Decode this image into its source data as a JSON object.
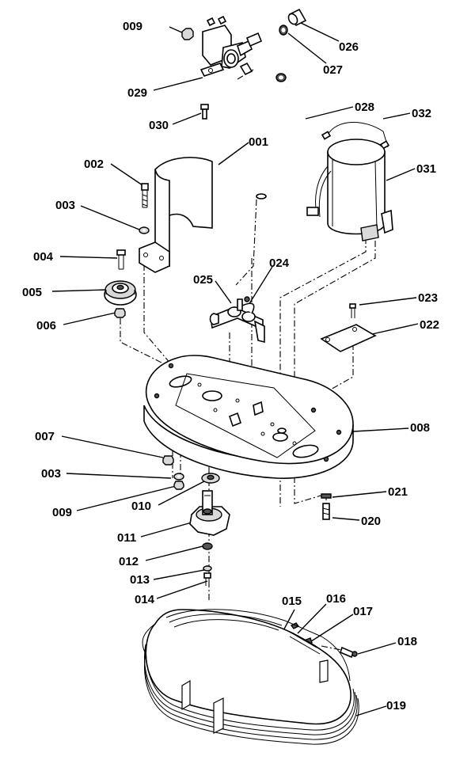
{
  "callouts": [
    {
      "id": "009a",
      "text": "009"
    },
    {
      "id": "026",
      "text": "026"
    },
    {
      "id": "027",
      "text": "027"
    },
    {
      "id": "029",
      "text": "029"
    },
    {
      "id": "030",
      "text": "030"
    },
    {
      "id": "028",
      "text": "028"
    },
    {
      "id": "032",
      "text": "032"
    },
    {
      "id": "001",
      "text": "001"
    },
    {
      "id": "031",
      "text": "031"
    },
    {
      "id": "002",
      "text": "002"
    },
    {
      "id": "003a",
      "text": "003"
    },
    {
      "id": "004",
      "text": "004"
    },
    {
      "id": "024",
      "text": "024"
    },
    {
      "id": "025",
      "text": "025"
    },
    {
      "id": "005",
      "text": "005"
    },
    {
      "id": "023",
      "text": "023"
    },
    {
      "id": "006",
      "text": "006"
    },
    {
      "id": "022",
      "text": "022"
    },
    {
      "id": "008",
      "text": "008"
    },
    {
      "id": "007",
      "text": "007"
    },
    {
      "id": "003b",
      "text": "003"
    },
    {
      "id": "009b",
      "text": "009"
    },
    {
      "id": "010",
      "text": "010"
    },
    {
      "id": "021",
      "text": "021"
    },
    {
      "id": "020",
      "text": "020"
    },
    {
      "id": "011",
      "text": "011"
    },
    {
      "id": "012",
      "text": "012"
    },
    {
      "id": "013",
      "text": "013"
    },
    {
      "id": "014",
      "text": "014"
    },
    {
      "id": "015",
      "text": "015"
    },
    {
      "id": "016",
      "text": "016"
    },
    {
      "id": "017",
      "text": "017"
    },
    {
      "id": "018",
      "text": "018"
    },
    {
      "id": "019",
      "text": "019"
    }
  ]
}
